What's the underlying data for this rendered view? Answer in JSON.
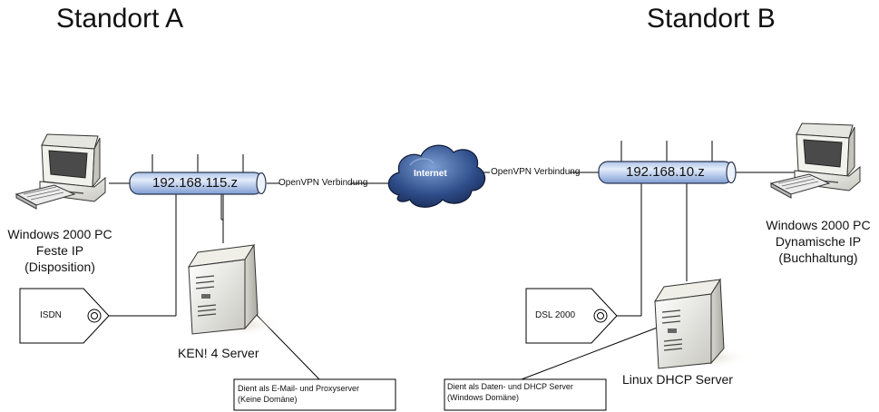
{
  "sites": {
    "a": {
      "title": "Standort A"
    },
    "b": {
      "title": "Standort B"
    }
  },
  "networks": {
    "a": {
      "address": "192.168.115.z"
    },
    "b": {
      "address": "192.168.10.z"
    }
  },
  "links": {
    "a": "OpenVPN Verbindung",
    "b": "OpenVPN Verbindung"
  },
  "cloud": {
    "label": "Internet"
  },
  "pcs": {
    "a": {
      "line1": "Windows 2000 PC",
      "line2": "Feste IP",
      "line3": "(Disposition)"
    },
    "b": {
      "line1": "Windows 2000 PC",
      "line2": "Dynamische IP",
      "line3": "(Buchhaltung)"
    }
  },
  "modems": {
    "a": {
      "label": "ISDN"
    },
    "b": {
      "label": "DSL 2000"
    }
  },
  "servers": {
    "a": {
      "label": "KEN! 4 Server"
    },
    "b": {
      "label": "Linux DHCP Server"
    }
  },
  "notes": {
    "a": {
      "line1": "Dient als E-Mail- und Proxyserver",
      "line2": "(Keine Domäne)"
    },
    "b": {
      "line1": "Dient als Daten- und DHCP Server",
      "line2": "(Windows Domäne)"
    }
  },
  "colors": {
    "bus_light": "#dce6f7",
    "bus_dark": "#7f9fd2",
    "cloud_light": "#6a8ec6",
    "cloud_dark": "#1b2f5e",
    "case_light": "#fbfbf8",
    "case_dark": "#b9b9b2"
  }
}
